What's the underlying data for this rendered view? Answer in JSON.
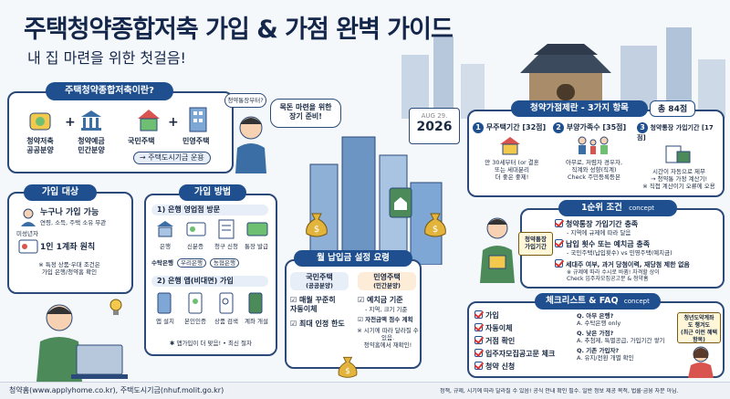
{
  "header": {
    "title": "주택청약종합저축 가입 & 가점 완벽 가이드",
    "subtitle": "내 집 마련을 위한 첫걸음!"
  },
  "what": {
    "tag": "주택청약종합저축이란?",
    "public_label": "청약저축\n공공분양",
    "private_label": "청약예금\n민간분양",
    "national": "국민주택",
    "private_house": "민영주택",
    "note": "주택도시기금 운용"
  },
  "bubble": {
    "question": "청약통장부터?",
    "answer": "목돈 마련을 위한\n장기 준비!"
  },
  "calendar": {
    "month": "AUG 29.",
    "year": "2026"
  },
  "target": {
    "tag": "가입 대상",
    "line1": "누구나 가입 가능",
    "line1_sub": "연령, 소득, 주택 소유 무관",
    "minor": "미성년자",
    "line2": "1인 1계좌 원칙",
    "note": "※ 특정 상품·우대 조건은\n가입 은행/청약홈 확인"
  },
  "method": {
    "tag": "가입 방법",
    "step1": "1) 은행 영업점 방문",
    "s1_items": [
      "은행",
      "신분증",
      "청구 신청",
      "통장 발급"
    ],
    "banks_label": "수탁은행",
    "bank1": "우리은행",
    "bank2": "농협은행",
    "step2": "2) 은행 앱(비대면) 가입",
    "s2_items": [
      "앱 설치",
      "본인인증",
      "상품 검색",
      "계좌 개설"
    ],
    "s2_note": "✱ 앱가입이 더 맞음! • 최신 절차"
  },
  "monthly": {
    "tag": "월 납입금 설정 요령",
    "national": "국민주택",
    "national_sub": "(공공분양)",
    "n_item1": "매월 꾸준히\n자동이체",
    "n_item2": "최대 인정 한도",
    "private": "민영주택",
    "private_sub": "(민간분양)",
    "p_item1": "예치금 기준",
    "p_item1_sub": "- 지역, 크기 기준",
    "p_item2": "자전금액 점수 계획",
    "p_note": "※ 시기에 따라 달라질 수 있음.\n청약홈에서 재확인!"
  },
  "score": {
    "tag": "청약가점제란 - 3가지 항목",
    "total": "총 84점",
    "col1_title": "무주택기간 [32점]",
    "col1_text": "만 30세부터 (or 결혼\n또는 세대분리\n더 좋은 좋제!",
    "col2_title": "부양가족수 [35점]",
    "col2_text": "아무로, 저렴자 경우자,\n직계와 성향(직계)\nCheck 주민등록등본",
    "col3_title": "청약통장 가입기간 [17점]",
    "col3_text": "시간이 자동으로 제무\n→ 청약통 가정 계산기!\n※ 직접 계산이기 오류에 오용"
  },
  "first": {
    "tag": "1순위 조건",
    "tag_sub": "concept",
    "side": "청약통장\n가입기간",
    "item1": "청약통장 가입기간 충족",
    "item1_sub": "- 지역에 규제에 따라 달음",
    "item2": "납입 횟수 또는 예치금 충족",
    "item2_sub": "- 국민주택(납입횟수) vs 민영주택(예치금)",
    "item3": "세대주 여부, 과거 당첨이력, 재당첨 제한 없음",
    "item3_sub": "※ 규제에 따라 수시로 바뀜! 자격할 상이\nCheck 입주자모집공고문 & 청약홈"
  },
  "faq": {
    "tag": "체크리스트 & FAQ",
    "tag_sub": "concept",
    "checks": [
      "가입",
      "자동이체",
      "거점 확인",
      "입주자모집공고문 체크",
      "청약 신청"
    ],
    "q1": "Q. 아무 은행?",
    "a1": "A. 수탁은행 only",
    "q2": "Q. 낮은 가점?",
    "a2": "A. 추첨제, 특별공급, 가입기간 쌓기",
    "q3": "Q. 기존 가입자?",
    "a3": "A. 유지/전환 개별 확인",
    "youth": "청년도약계좌\n도 챙겨도\n(최근 이런 혜택 항목)"
  },
  "footer": {
    "left": "청약홈(www.applyhome.co.kr), 주택도시기금(nhuf.molit.go.kr)",
    "right": "정책, 규제, 시기에 따라 달라질 수 있음! 공식 안내 확인 필수. 일반 정보 제공 목적, 법률·금융 자문 아님."
  }
}
